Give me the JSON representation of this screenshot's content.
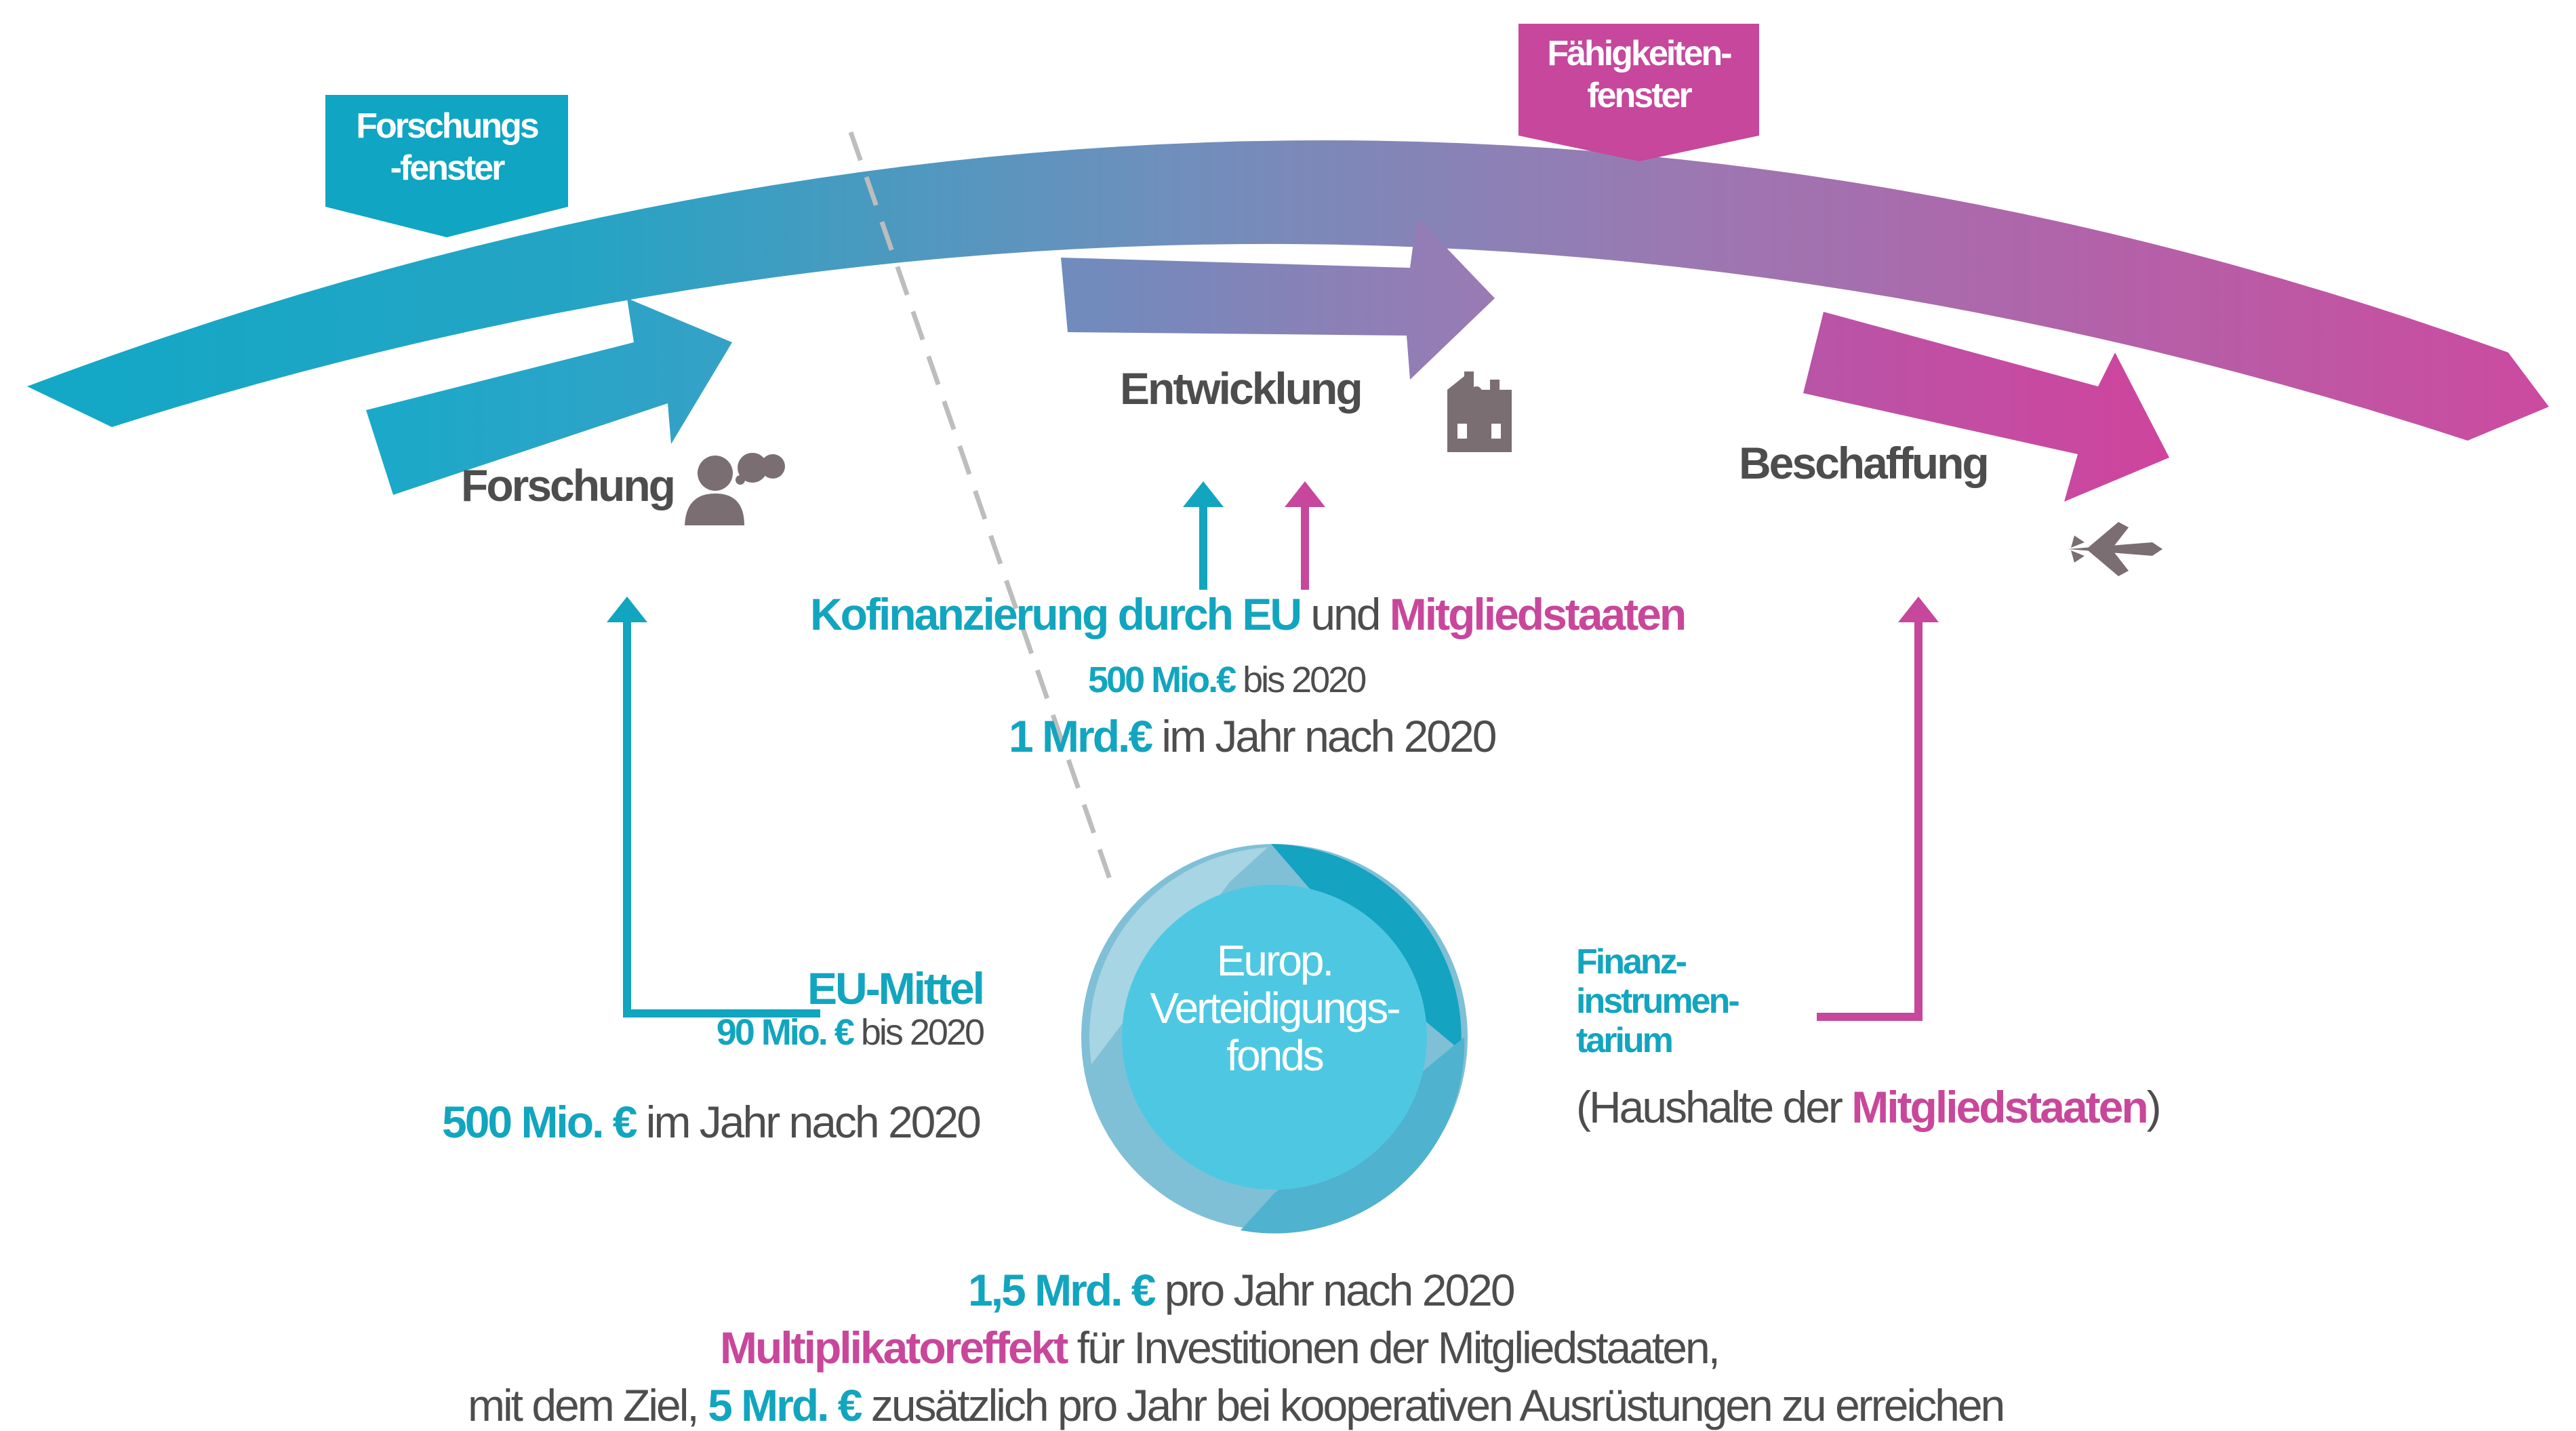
{
  "windows": {
    "research": [
      "Forschungs",
      "-fenster"
    ],
    "capability": [
      "Fähigkeiten-",
      "fenster"
    ]
  },
  "phases": {
    "research": "Forschung",
    "development": "Entwicklung",
    "procurement": "Beschaffung"
  },
  "cofinancing": {
    "part1": "Kofinanzierung durch EU",
    "part2": " und ",
    "part3": "Mitgliedstaaten",
    "line1_amount": "500 Mio.€",
    "line1_rest": " bis 2020",
    "line2_amount": "1 Mrd.€",
    "line2_rest": " im Jahr nach 2020"
  },
  "eu_funds": {
    "title": "EU-Mittel",
    "line1_amount": "90 Mio. €",
    "line1_rest": " bis 2020",
    "line2_amount": "500 Mio. €",
    "line2_rest": " im Jahr nach 2020"
  },
  "fund": [
    "Europ.",
    "Verteidigungs-",
    "fonds"
  ],
  "finance": {
    "lines": [
      "Finanz-",
      "instrumen-",
      "tarium"
    ],
    "budget_open": "(Haushalte der ",
    "budget_em": "Mitgliedstaaten",
    "budget_close": ")"
  },
  "bottom": {
    "l1_amount": "1,5 Mrd. €",
    "l1_rest": " pro Jahr nach 2020",
    "l2_em": "Multiplikatoreffekt",
    "l2_rest": " für Investitionen der Mitgliedstaaten,",
    "l3_pre": "mit dem Ziel, ",
    "l3_amount": "5 Mrd. €",
    "l3_rest": " zusätzlich pro Jahr bei kooperativen Ausrüstungen zu erreichen"
  },
  "colors": {
    "teal": "#12a5bf",
    "magenta": "#c8479b",
    "text_gray": "#4d4d4d",
    "icon_gray": "#7a6e72"
  },
  "icons": [
    "thinking-person-icon",
    "factory-icon",
    "fighter-jet-icon"
  ]
}
